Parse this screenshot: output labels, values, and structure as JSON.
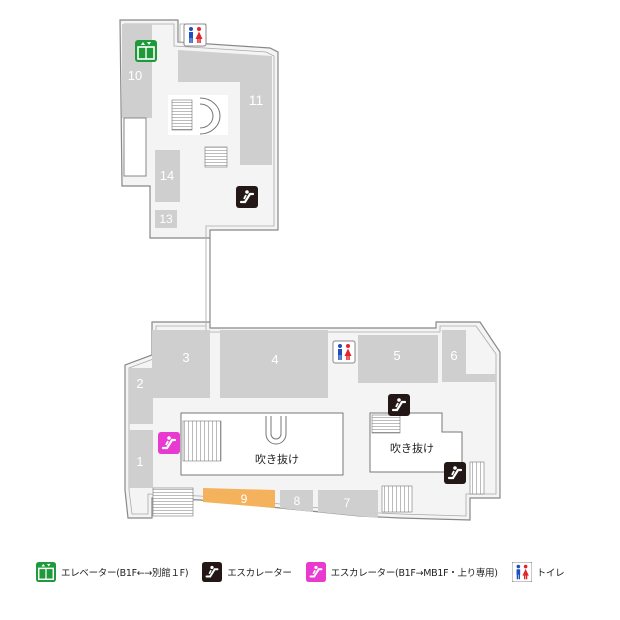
{
  "map": {
    "store_numbers": {
      "s10": "10",
      "s11": "11",
      "s14": "14",
      "s13": "13",
      "s3": "3",
      "s4": "4",
      "s5": "5",
      "s6": "6",
      "s2": "2",
      "s1": "1",
      "s9": "9",
      "s8": "8",
      "s7": "7"
    },
    "atrium_label": "吹き抜け",
    "colors": {
      "floor": "#f4f4f4",
      "wall": "#888888",
      "store": "#cfcfcf",
      "highlight_store": "#f5b25c",
      "store_text": "#ffffff",
      "elevator": "#1f9a3a",
      "escalator": "#231815",
      "escalator_special": "#e83ad1"
    }
  },
  "legend": {
    "elevator_label": "エレベーター(B1F←→別館１F)",
    "escalator_label": "エスカレーター",
    "special_escalator_label": "エスカレーター(B1F→MB1F・上り専用)",
    "toilet_label": "トイレ",
    "icons": [
      "elevator-icon",
      "escalator-icon",
      "escalator-special-icon",
      "toilet-icon"
    ]
  }
}
